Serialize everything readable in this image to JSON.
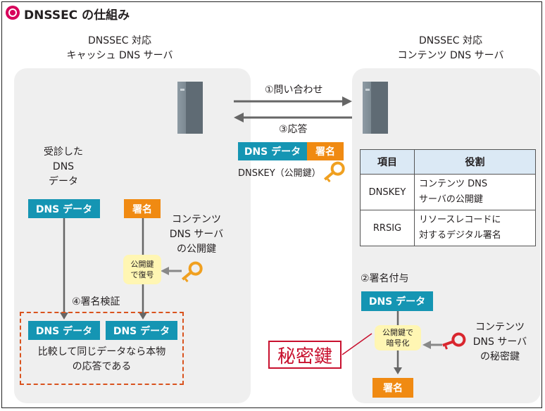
{
  "title": "DNSSEC の仕組み",
  "left_header": [
    "DNSSEC 対応",
    "キャッシュ DNS サーバ"
  ],
  "right_header": [
    "DNSSEC 対応",
    "コンテンツ DNS サーバ"
  ],
  "arrow_query": "①問い合わせ",
  "arrow_response": "③応答",
  "response_data": "DNS データ",
  "response_sig": "署名",
  "dnskey_label": "DNSKEY（公開鍵）",
  "received_label": [
    "受診した",
    "DNS",
    "データ"
  ],
  "left_dns_data": "DNS データ",
  "left_sig": "署名",
  "contents_pubkey": [
    "コンテンツ",
    "DNS サーバ",
    "の公開鍵"
  ],
  "decrypt_bubble": [
    "公開鍵",
    "で復号"
  ],
  "verify_label": "④署名検証",
  "verify_box_1": "DNS データ",
  "verify_box_2": "DNS データ",
  "verify_text": [
    "比較して同じデータなら本物",
    "の応答である"
  ],
  "table": {
    "headers": [
      "項目",
      "役割"
    ],
    "rows": [
      {
        "item": "DNSKEY",
        "role": [
          "コンテンツ DNS",
          "サーバの公開鍵"
        ]
      },
      {
        "item": "RRSIG",
        "role": [
          "リソースレコードに",
          "対するデジタル署名"
        ]
      }
    ]
  },
  "sign_label": "②署名付与",
  "right_dns_data": "DNS データ",
  "encrypt_bubble": [
    "公開鍵で",
    "暗号化"
  ],
  "secret_key_callout": "秘密鍵",
  "contents_secret": [
    "コンテンツ",
    "DNS サーバ",
    "の秘密鍵"
  ],
  "right_sig": "署名",
  "colors": {
    "teal": "#1595b3",
    "orange": "#f08a12",
    "key": "#f0a020",
    "accent": "#d7005b",
    "callout": "#c8102e",
    "verify_border": "#d9531e"
  },
  "icons": [
    "server-icon",
    "key-icon"
  ]
}
